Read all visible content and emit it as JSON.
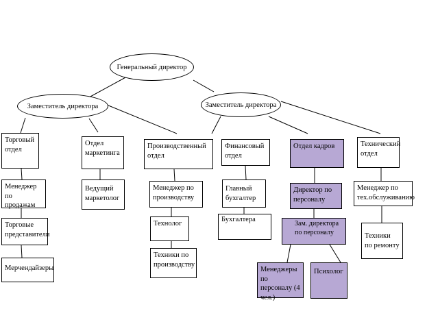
{
  "colors": {
    "highlight": "#b7a8d4",
    "line": "#000000",
    "background": "#ffffff"
  },
  "diagram": {
    "root": "Генеральный директор",
    "deputy_left": "Заместитель директора",
    "deputy_right": "Заместитель директора",
    "trade": {
      "dept": "Торговый отдел",
      "sales_manager": "Менеджер по продажам",
      "reps": "Торговые представители",
      "merch": "Мерчендайзеры"
    },
    "marketing": {
      "dept": "Отдел маркетинга",
      "lead": "Ведущий маркетолог"
    },
    "production": {
      "dept": "Производственный отдел",
      "manager": "Менеджер по производству",
      "tech": "Технолог",
      "technicians": "Техники по производству"
    },
    "finance": {
      "dept": "Финансовый отдел",
      "chief": "Главный бухгалтер",
      "accountant": "Бухгалтера"
    },
    "hr": {
      "dept": "Отдел кадров",
      "director": "Директор по персоналу",
      "deputy": "Зам. директора по персоналу",
      "managers": "Менеджеры по персоналу (4 чел.)",
      "psych": "Психолог"
    },
    "technical": {
      "dept": "Технический отдел",
      "manager": "Менеджер по тех.обслуживанию",
      "technicians": "Техники по ремонту"
    }
  }
}
